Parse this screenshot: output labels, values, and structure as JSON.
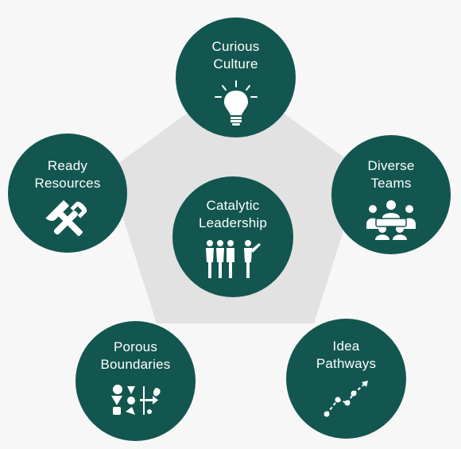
{
  "colors": {
    "node_fill": "#12564f",
    "pentagon_fill": "#e2e2e2",
    "background": "#f7f7f8",
    "text": "#ffffff"
  },
  "center": {
    "label": "Catalytic\nLeadership",
    "icon": "people-pointing-icon"
  },
  "nodes": [
    {
      "label": "Curious\nCulture",
      "icon": "lightbulb-icon"
    },
    {
      "label": "Diverse\nTeams",
      "icon": "team-meeting-icon"
    },
    {
      "label": "Idea\nPathways",
      "icon": "trend-arrow-icon"
    },
    {
      "label": "Porous\nBoundaries",
      "icon": "shapes-passing-barrier-icon"
    },
    {
      "label": "Ready\nResources",
      "icon": "hammer-wrench-icon"
    }
  ]
}
